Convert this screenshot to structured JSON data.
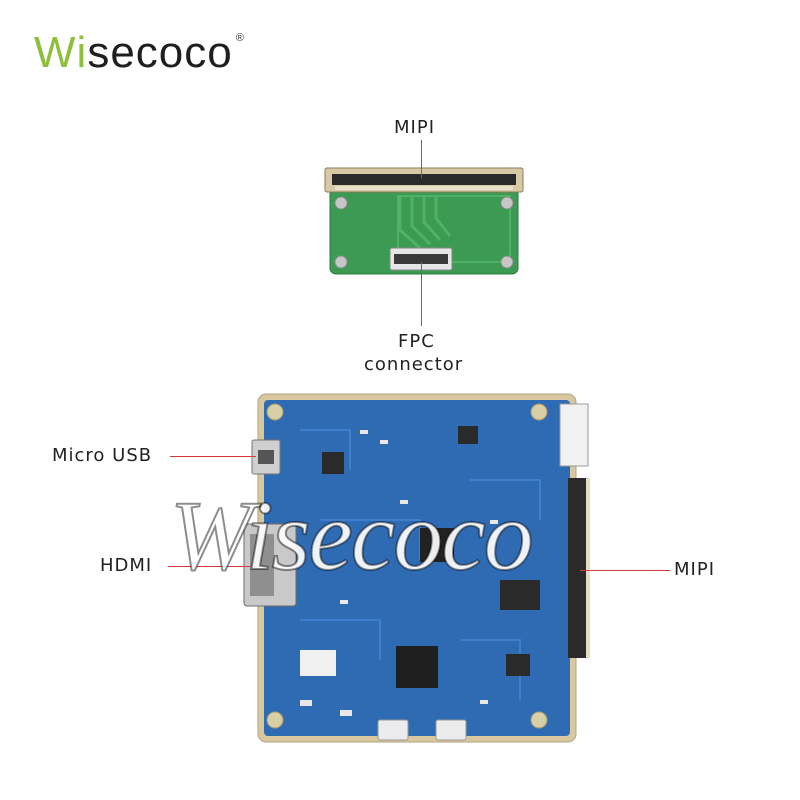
{
  "brand": {
    "logo_first": "Wi",
    "logo_rest": "secoco",
    "registered": "®",
    "watermark": "Wisecoco",
    "accent_color": "#8dbf3b"
  },
  "adapter_board": {
    "top_label": "MIPI",
    "bottom_label_line1": "FPC",
    "bottom_label_line2": "connector",
    "pcb_color": "#3c9a52"
  },
  "main_board": {
    "left_labels": [
      "Micro USB",
      "HDMI"
    ],
    "right_label": "MIPI",
    "pcb_color": "#2f6bb3"
  },
  "icons": [
    "registered-icon"
  ]
}
